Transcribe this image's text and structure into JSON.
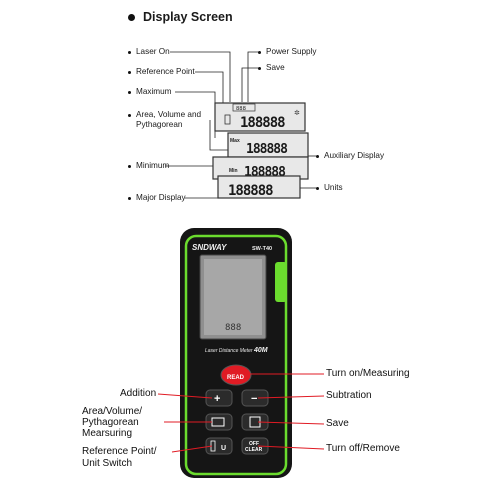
{
  "heading": "Display Screen",
  "lcd_labels": {
    "laser_on": "Laser On",
    "reference_point": "Reference Point",
    "maximum": "Maximum",
    "area_volume_pythagorean": [
      "Area, Volume and",
      "Pythagorean"
    ],
    "minimum": "Minimum",
    "major_display": "Major Display",
    "power_supply": "Power Supply",
    "save": "Save",
    "auxiliary_display": "Auxiliary Display",
    "units": "Units"
  },
  "lcd": {
    "digits": "188888",
    "counter": "888",
    "max_tag": "Max",
    "min_tag": "Min"
  },
  "device": {
    "brand": "SNDWAY",
    "model": "SW-T40",
    "description": "Laser Distance Meter",
    "range": "40M",
    "read_key": "READ",
    "add_key": "+",
    "sub_key": "−",
    "off_key": [
      "OFF",
      "CLEAR"
    ],
    "unit_key": "U",
    "accent": "#6bdc2e",
    "body_color": "#151515",
    "read_color": "#e01b24"
  },
  "button_labels": {
    "addition": "Addition",
    "area_volume": [
      "Area/Volume/",
      "Pythagorean",
      "Mearsuring"
    ],
    "reference_unit": [
      "Reference Point/",
      "Unit Switch"
    ],
    "turn_on": "Turn on/Measuring",
    "subtraction": "Subtration",
    "save": "Save",
    "turn_off": "Turn off/Remove"
  }
}
